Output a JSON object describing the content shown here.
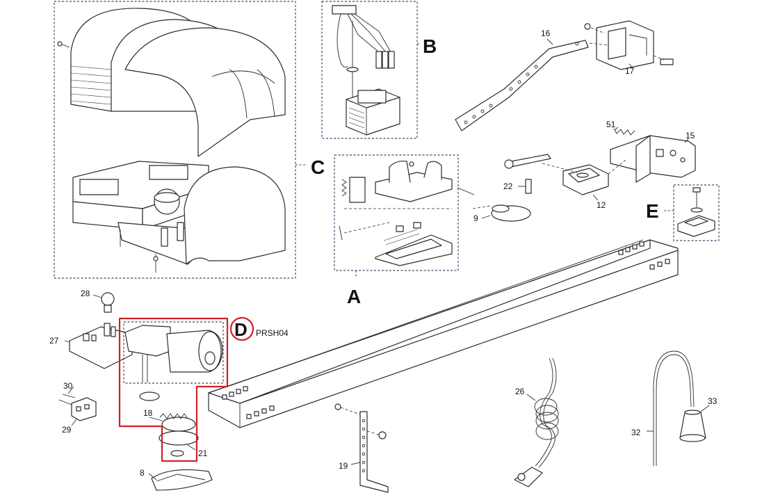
{
  "groups": {
    "a": "A",
    "b": "B",
    "c": "C",
    "d": "D",
    "e": "E"
  },
  "code": "PRSH04",
  "highlight_color": "#d0202a",
  "box_color": "#3b4a6b",
  "parts": {
    "p8": "8",
    "p9": "9",
    "p12": "12",
    "p15": "15",
    "p16": "16",
    "p17": "17",
    "p18": "18",
    "p19": "19",
    "p21": "21",
    "p22": "22",
    "p26": "26",
    "p27": "27",
    "p28": "28",
    "p29": "29",
    "p30": "30",
    "p32": "32",
    "p33": "33",
    "p51": "51"
  }
}
